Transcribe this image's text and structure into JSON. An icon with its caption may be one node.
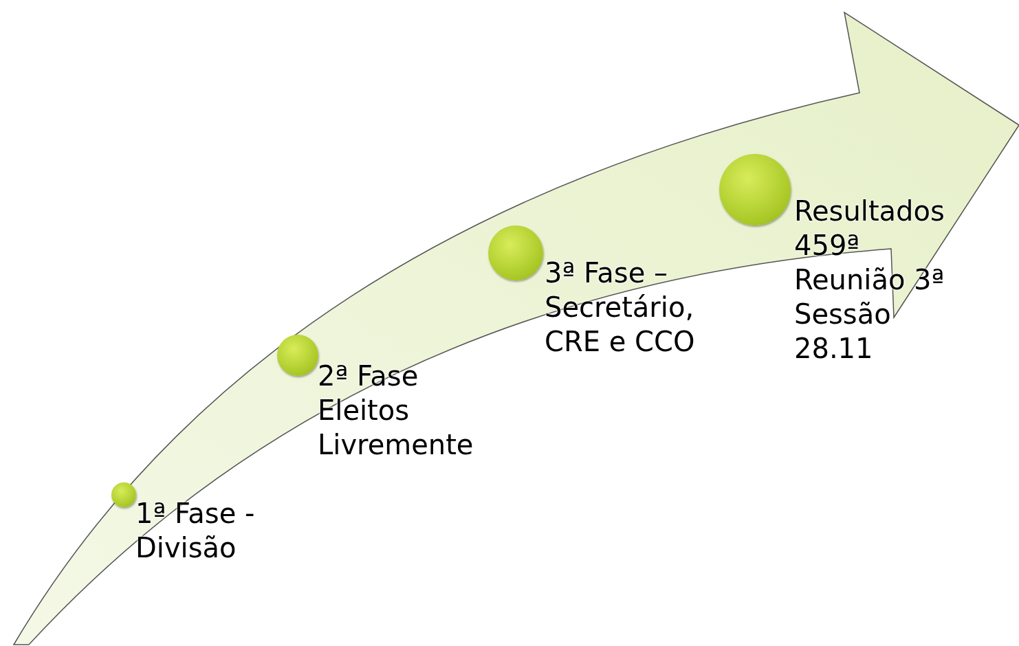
{
  "diagram": {
    "nodes": [
      {
        "text": [],
        "shape": "arrow"
      },
      {
        "text": [],
        "shape": "circle",
        "in": 0,
        "beside": [
          "1ª Fase - Divisão"
        ]
      },
      {
        "text": [],
        "shape": "circle",
        "in": 0,
        "beside": [
          "2ª Fase Eleitos Livremente"
        ]
      },
      {
        "text": [],
        "shape": "circle",
        "in": 0,
        "beside": [
          "3ª Fase – Secretário, CRE e CCO"
        ]
      },
      {
        "text": [],
        "shape": "circle",
        "in": 0,
        "beside": [
          "Resultados 459ª Reunião 3ª Sessão 28.11"
        ]
      }
    ]
  }
}
